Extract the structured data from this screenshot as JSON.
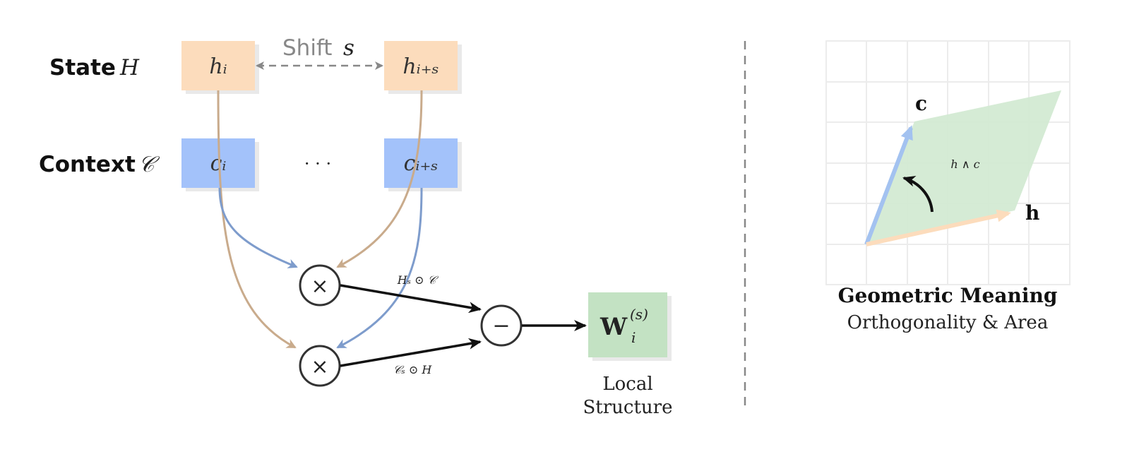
{
  "labels": {
    "state_word": "State",
    "state_symbol": "H",
    "context_word": "Context",
    "context_symbol": "𝒞",
    "shift_word": "Shift",
    "shift_symbol": "s",
    "ellipsis": "· · ·",
    "h_i": "hᵢ",
    "h_i_s": "hᵢ₊ₛ",
    "c_i": "cᵢ",
    "c_i_s": "cᵢ₊ₛ",
    "times": "×",
    "minus": "−",
    "term_top": "Hₛ ⊙ 𝒞",
    "term_bottom": "𝒞ₛ ⊙ H",
    "output_main": "W",
    "output_sub": "i",
    "output_sup": "(s)",
    "local_line1": "Local",
    "local_line2": "Structure"
  },
  "geometry_panel": {
    "vec_c": "c",
    "vec_h": "h",
    "wedge": "h ∧ c",
    "title": "Geometric Meaning",
    "subtitle": "Orthogonality & Area"
  },
  "colors": {
    "state_box": "#fcdcbc",
    "context_box": "#a3c2fa",
    "output_box": "#c3e2c3",
    "state_arrow": "#c9ab8c",
    "context_arrow": "#7e9ccc",
    "parallelogram": "#d3ead3",
    "vec_c_color": "#a3c2f0",
    "vec_h_color": "#fcdcbc",
    "grid": "#ececec",
    "dashed": "#888888"
  }
}
